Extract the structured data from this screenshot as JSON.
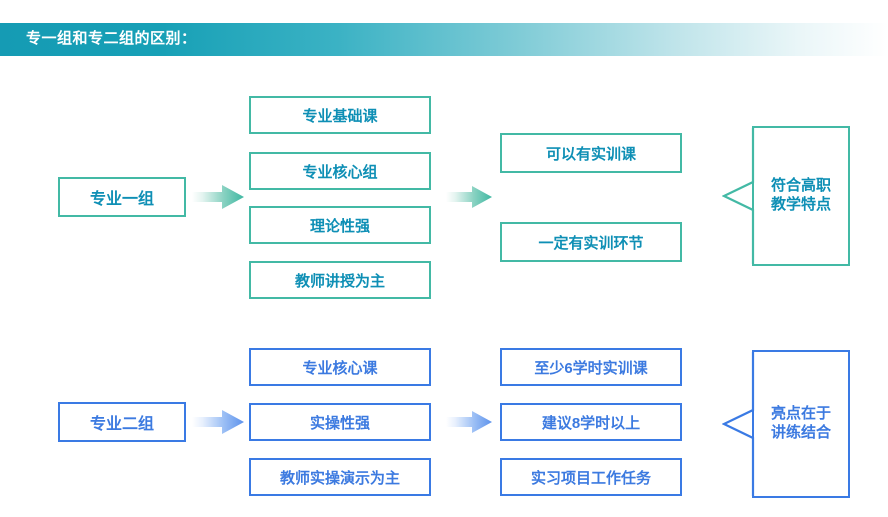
{
  "header": {
    "title": "专一组和专二组的区别：",
    "gradient_from": "#159bb4",
    "gradient_to": "#ffffff"
  },
  "theme": {
    "teal_border": "#43b9a5",
    "teal_text": "#0e8fb5",
    "blue_border": "#3a7ae4",
    "blue_text": "#3c7ae0",
    "background": "#ffffff"
  },
  "rows": [
    {
      "id": "group-one",
      "accent": "teal",
      "source": {
        "label": "专业一组"
      },
      "arrow_1": {
        "name": "arrow-right-teal"
      },
      "traits": [
        {
          "label": "专业基础课"
        },
        {
          "label": "专业核心组"
        },
        {
          "label": "理论性强"
        },
        {
          "label": "教师讲授为主"
        }
      ],
      "arrow_2": {
        "name": "arrow-right-teal"
      },
      "outcomes": [
        {
          "label": "可以有实训课"
        },
        {
          "label": "一定有实训环节"
        }
      ],
      "conclusion": {
        "label": "符合高职\n教学特点"
      }
    },
    {
      "id": "group-two",
      "accent": "blue",
      "source": {
        "label": "专业二组"
      },
      "arrow_1": {
        "name": "arrow-right-blue"
      },
      "traits": [
        {
          "label": "专业核心课"
        },
        {
          "label": "实操性强"
        },
        {
          "label": "教师实操演示为主"
        }
      ],
      "arrow_2": {
        "name": "arrow-right-blue"
      },
      "outcomes": [
        {
          "label": "至少6学时实训课"
        },
        {
          "label": "建议8学时以上"
        },
        {
          "label": "实习项目工作任务"
        }
      ],
      "conclusion": {
        "label": "亮点在于\n讲练结合"
      }
    }
  ]
}
